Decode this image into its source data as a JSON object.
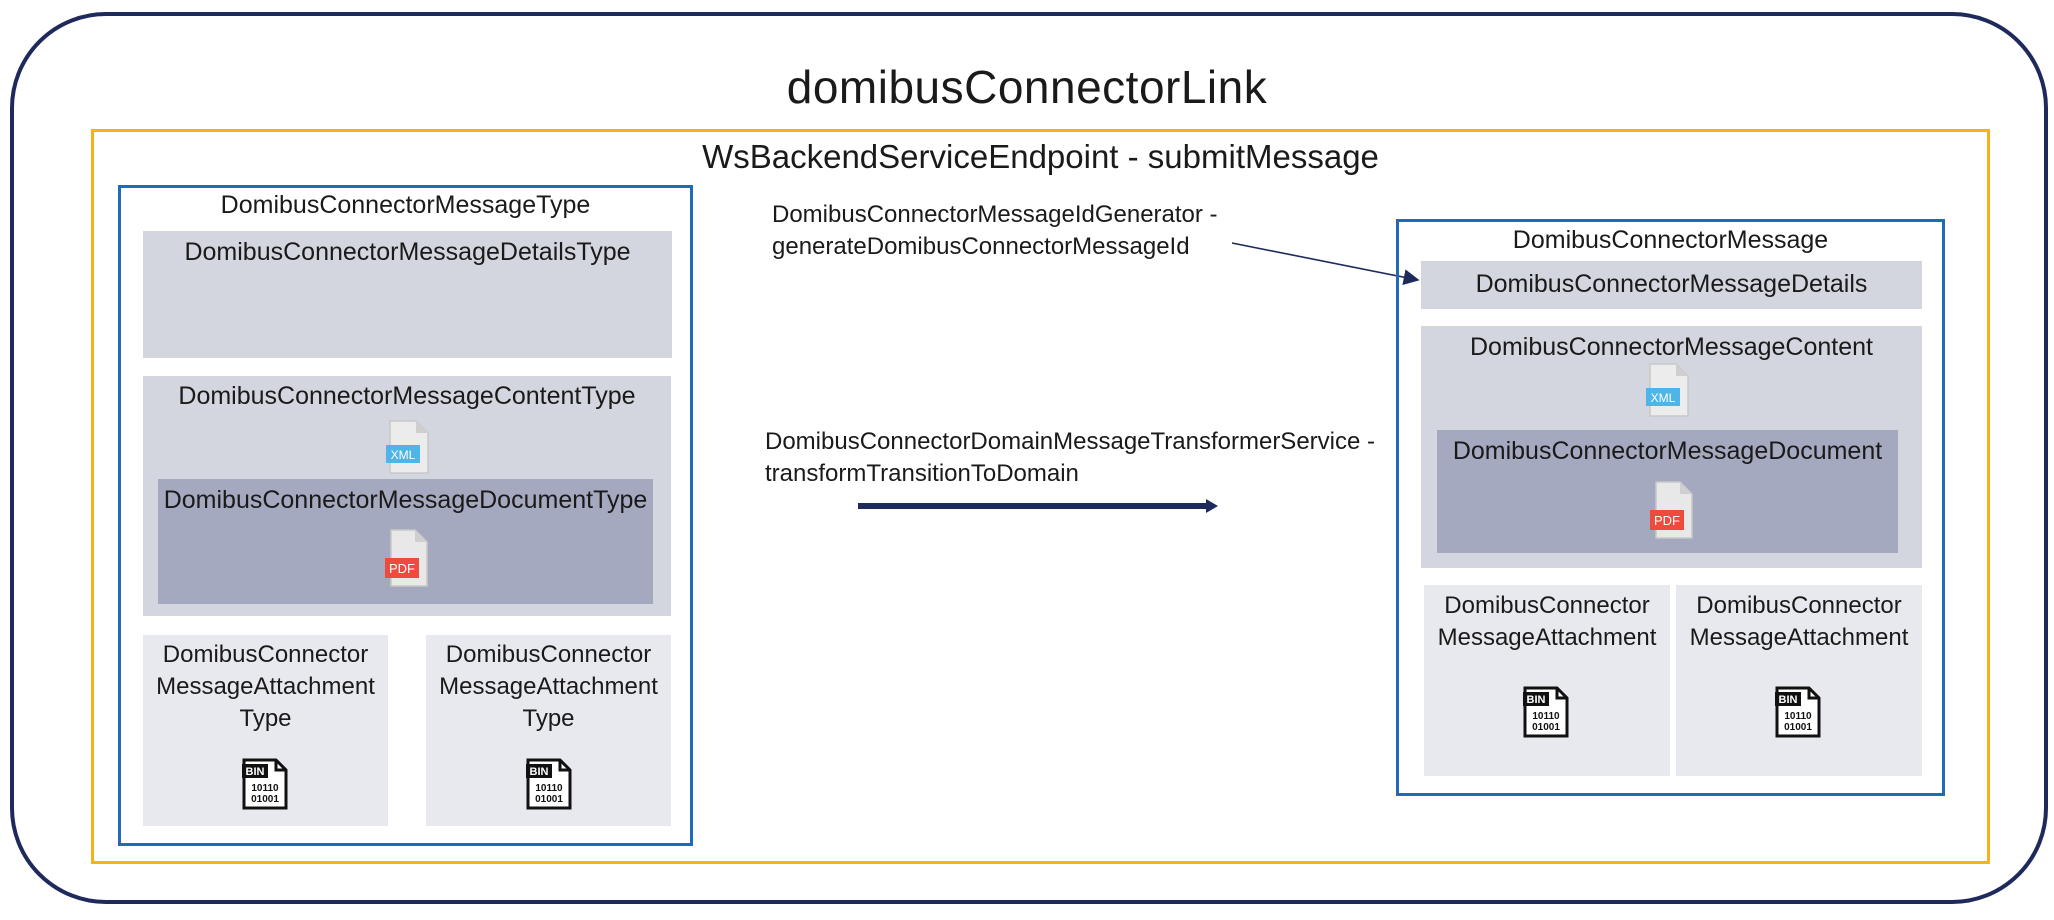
{
  "diagram": {
    "title": "domibusConnectorLink",
    "endpoint": {
      "title": "WsBackendServiceEndpoint  - submitMessage"
    },
    "left": {
      "title": "DomibusConnectorMessageType",
      "details": "DomibusConnectorMessageDetailsType",
      "content": "DomibusConnectorMessageContentType",
      "document": "DomibusConnectorMessageDocumentType",
      "attachment_1": [
        "DomibusConnector",
        "MessageAttachment",
        "Type"
      ],
      "attachment_2": [
        "DomibusConnector",
        "MessageAttachment",
        "Type"
      ]
    },
    "right": {
      "title": "DomibusConnectorMessage",
      "details": "DomibusConnectorMessageDetails",
      "content": "DomibusConnectorMessageContent",
      "document": "DomibusConnectorMessageDocument",
      "attachment_1": [
        "DomibusConnector",
        "MessageAttachment"
      ],
      "attachment_2": [
        "DomibusConnector",
        "MessageAttachment"
      ]
    },
    "services": {
      "id_generator": [
        "DomibusConnectorMessageIdGenerator -",
        "generateDomibusConnectorMessageId"
      ],
      "transformer": [
        "DomibusConnectorDomainMessageTransformerService -",
        "transformTransitionToDomain"
      ]
    },
    "icons": {
      "xml_label": "XML",
      "pdf_label": "PDF",
      "bin_label": "BIN",
      "bin_line1": "10110",
      "bin_line2": "01001"
    },
    "colors": {
      "outer_border": "#1f2a5c",
      "endpoint_border": "#f4b21b",
      "message_border": "#1f6bb8",
      "arrow": "#1f2a5c",
      "xml_badge": "#4fb5e6",
      "pdf_badge": "#ef4b3c"
    }
  }
}
